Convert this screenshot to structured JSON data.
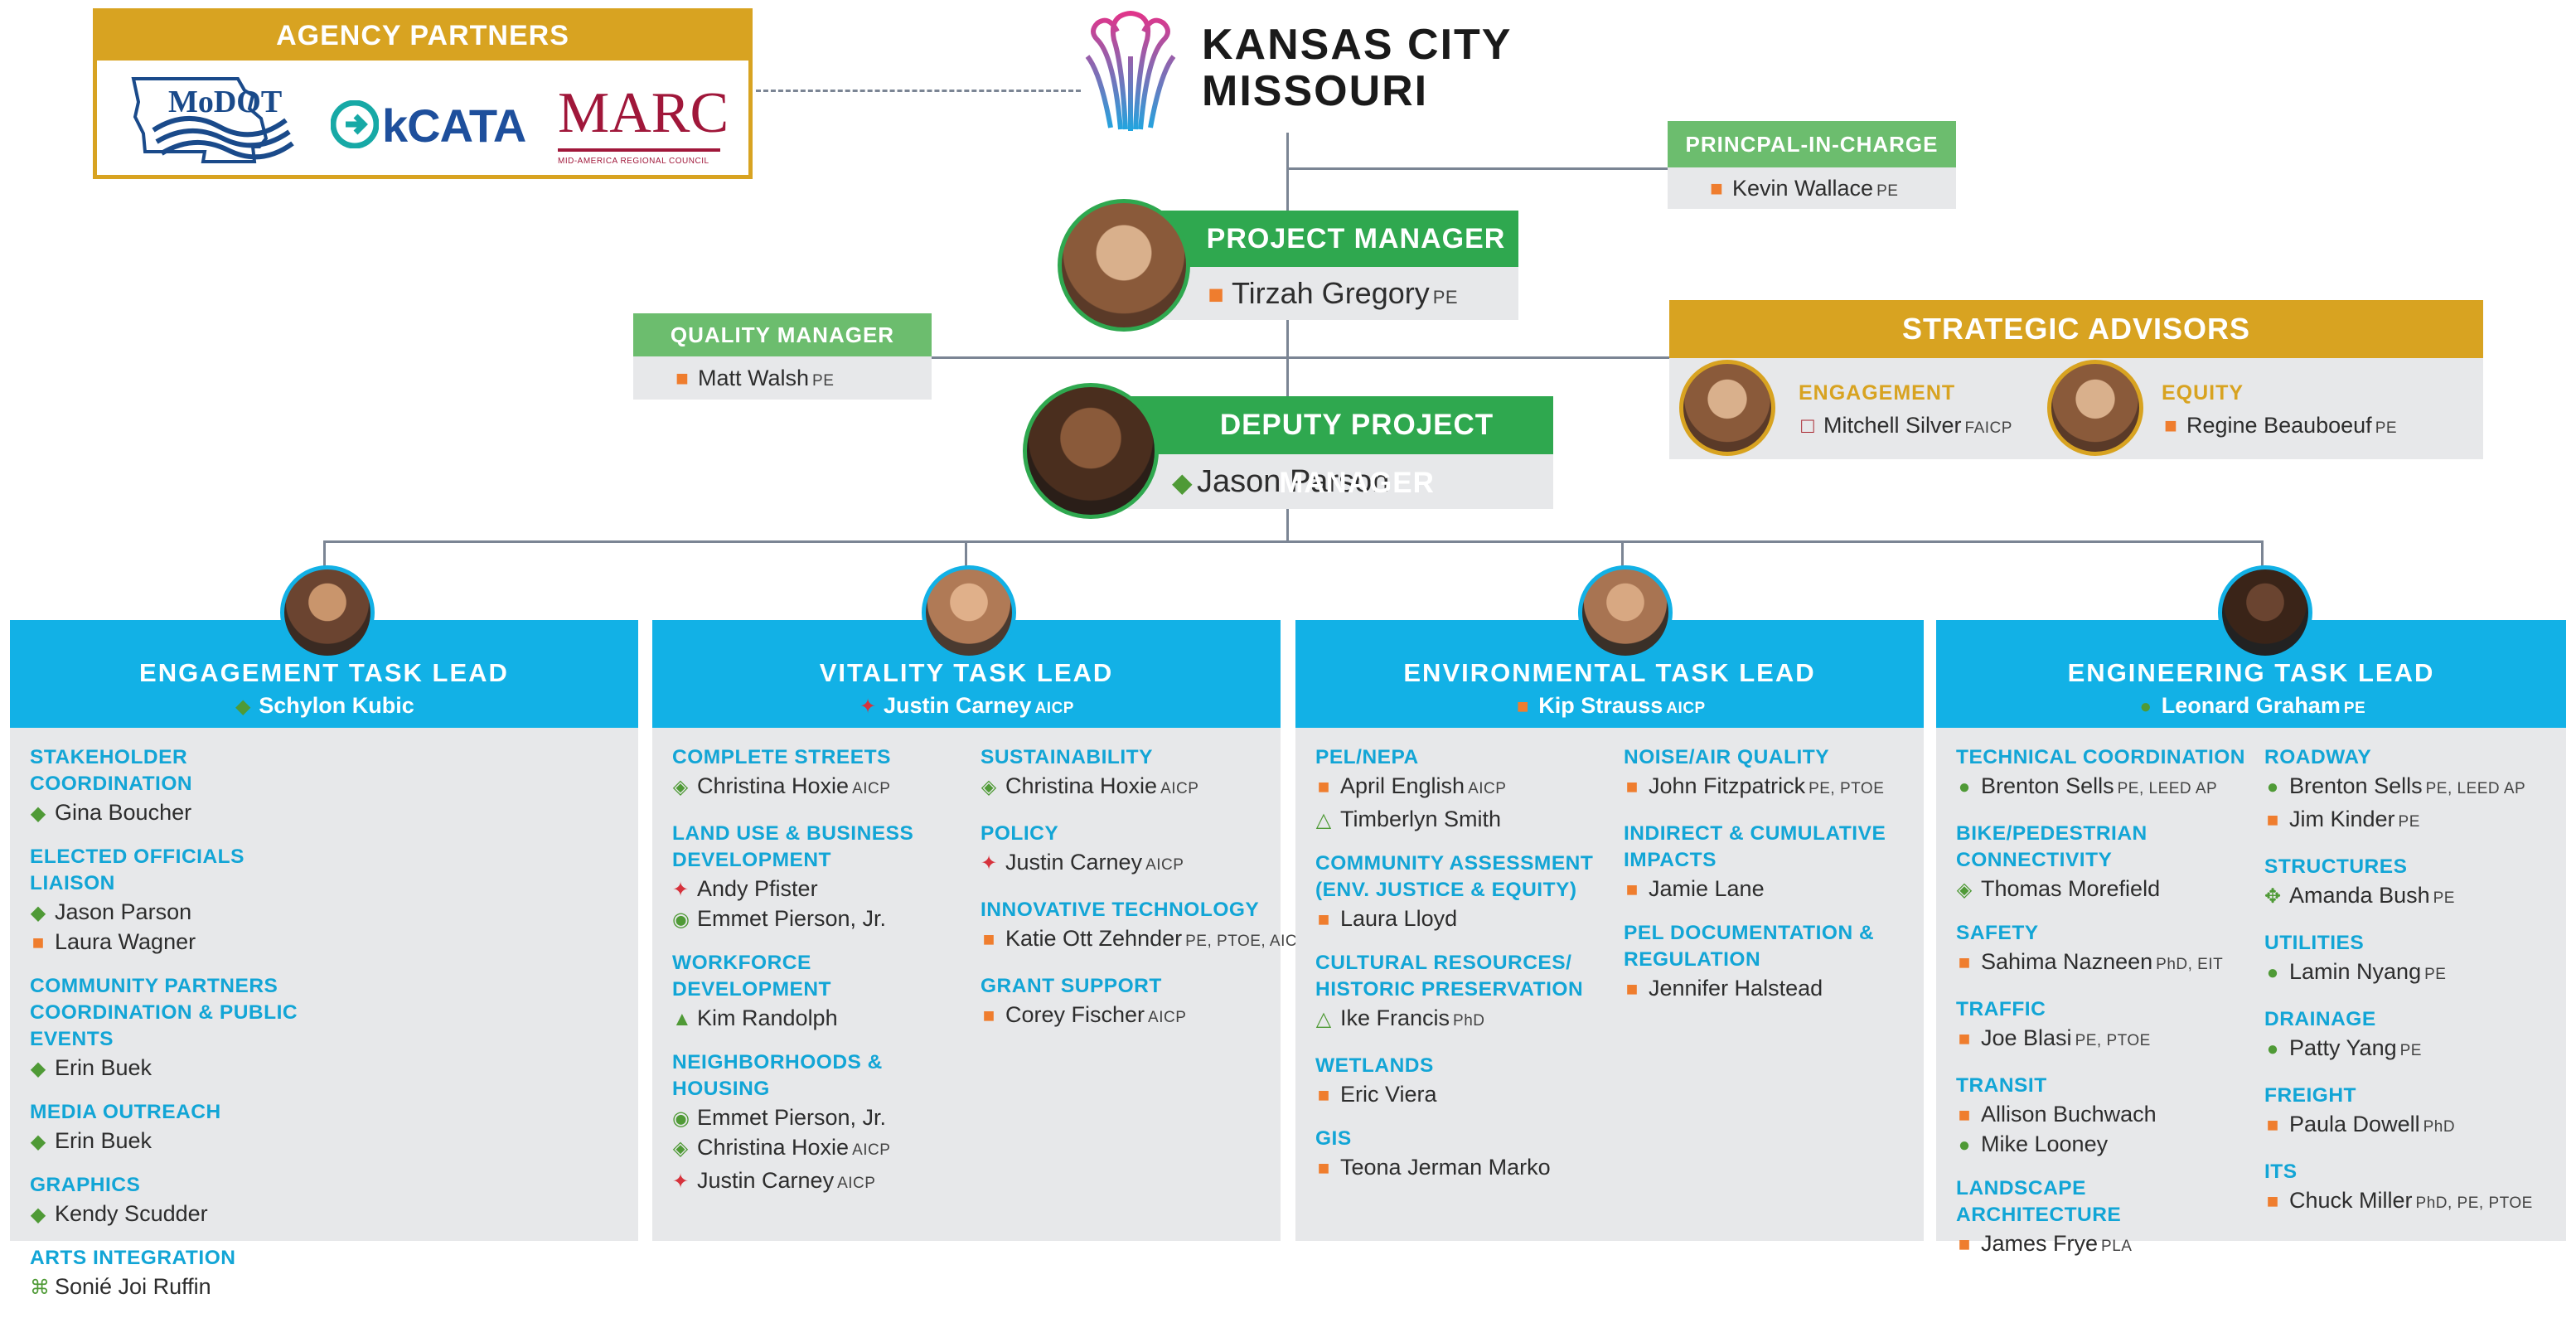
{
  "agency": {
    "title": "AGENCY PARTNERS",
    "logos": {
      "modot": "MoDOT",
      "kcata": "kCATA",
      "marc": "MARC",
      "marc_sub": "MID-AMERICA REGIONAL COUNCIL"
    }
  },
  "city": {
    "line1": "KANSAS CITY",
    "line2": "MISSOURI"
  },
  "principal": {
    "title": "PRINCPAL-IN-CHARGE",
    "name": "Kevin Wallace",
    "cred": "PE"
  },
  "pm": {
    "title": "PROJECT MANAGER",
    "name": "Tirzah Gregory",
    "cred": "PE"
  },
  "qm": {
    "title": "QUALITY MANAGER",
    "name": "Matt Walsh",
    "cred": "PE"
  },
  "advisors": {
    "title": "STRATEGIC ADVISORS",
    "engagement": {
      "label": "ENGAGEMENT",
      "name": "Mitchell Silver",
      "cred": "FAICP"
    },
    "equity": {
      "label": "EQUITY",
      "name": "Regine Beauboeuf",
      "cred": "PE"
    }
  },
  "dpm": {
    "title": "DEPUTY PROJECT MANAGER",
    "name": "Jason Parson"
  },
  "columns": [
    {
      "title": "ENGAGEMENT TASK LEAD",
      "lead": "Schylon Kubic",
      "lead_cred": "",
      "left": [
        {
          "h": "STAKEHOLDER COORDINATION",
          "items": [
            {
              "s": "◆",
              "c": "#4f9a36",
              "t": "Gina Boucher",
              "cr": ""
            }
          ]
        },
        {
          "h": "ELECTED OFFICIALS LIAISON",
          "items": [
            {
              "s": "◆",
              "c": "#4f9a36",
              "t": "Jason Parson",
              "cr": ""
            },
            {
              "s": "■",
              "c": "#ef7d2e",
              "t": "Laura Wagner",
              "cr": ""
            }
          ]
        },
        {
          "h": "COMMUNITY PARTNERS COORDINATION & PUBLIC EVENTS",
          "items": [
            {
              "s": "◆",
              "c": "#4f9a36",
              "t": "Erin Buek",
              "cr": ""
            }
          ]
        },
        {
          "h": "MEDIA OUTREACH",
          "items": [
            {
              "s": "◆",
              "c": "#4f9a36",
              "t": "Erin Buek",
              "cr": ""
            }
          ]
        },
        {
          "h": "GRAPHICS",
          "items": [
            {
              "s": "◆",
              "c": "#4f9a36",
              "t": "Kendy Scudder",
              "cr": ""
            }
          ]
        },
        {
          "h": "ARTS INTEGRATION",
          "items": [
            {
              "s": "⌘",
              "c": "#4f9a36",
              "t": "Sonié Joi Ruffin",
              "cr": ""
            }
          ]
        }
      ],
      "right": []
    },
    {
      "title": "VITALITY TASK LEAD",
      "lead": "Justin Carney",
      "lead_cred": "AICP",
      "left": [
        {
          "h": "COMPLETE STREETS",
          "items": [
            {
              "s": "◈",
              "c": "#4f9a36",
              "t": "Christina Hoxie",
              "cr": "AICP"
            }
          ]
        },
        {
          "h": "LAND USE & BUSINESS DEVELOPMENT",
          "items": [
            {
              "s": "✦",
              "c": "#d6323c",
              "t": "Andy Pfister",
              "cr": ""
            },
            {
              "s": "◉",
              "c": "#4f9a36",
              "t": "Emmet Pierson, Jr.",
              "cr": ""
            }
          ]
        },
        {
          "h": "WORKFORCE DEVELOPMENT",
          "items": [
            {
              "s": "▲",
              "c": "#4f9a36",
              "t": "Kim Randolph",
              "cr": ""
            }
          ]
        },
        {
          "h": "NEIGHBORHOODS & HOUSING",
          "items": [
            {
              "s": "◉",
              "c": "#4f9a36",
              "t": "Emmet Pierson, Jr.",
              "cr": ""
            },
            {
              "s": "◈",
              "c": "#4f9a36",
              "t": "Christina Hoxie",
              "cr": "AICP"
            },
            {
              "s": "✦",
              "c": "#d6323c",
              "t": "Justin Carney",
              "cr": "AICP"
            }
          ]
        }
      ],
      "right": [
        {
          "h": "SUSTAINABILITY",
          "items": [
            {
              "s": "◈",
              "c": "#4f9a36",
              "t": "Christina Hoxie",
              "cr": "AICP"
            }
          ]
        },
        {
          "h": "POLICY",
          "items": [
            {
              "s": "✦",
              "c": "#d6323c",
              "t": "Justin Carney",
              "cr": "AICP"
            }
          ]
        },
        {
          "h": "INNOVATIVE TECHNOLOGY",
          "items": [
            {
              "s": "■",
              "c": "#ef7d2e",
              "t": "Katie Ott Zehnder",
              "cr": "PE, PTOE, AICP"
            }
          ]
        },
        {
          "h": "GRANT SUPPORT",
          "items": [
            {
              "s": "■",
              "c": "#ef7d2e",
              "t": "Corey Fischer",
              "cr": "AICP"
            }
          ]
        }
      ]
    },
    {
      "title": "ENVIRONMENTAL TASK LEAD",
      "lead": "Kip Strauss",
      "lead_cred": "AICP",
      "left": [
        {
          "h": "PEL/NEPA",
          "items": [
            {
              "s": "■",
              "c": "#ef7d2e",
              "t": "April English",
              "cr": "AICP"
            },
            {
              "s": "△",
              "c": "#4f9a36",
              "t": "Timberlyn Smith",
              "cr": ""
            }
          ]
        },
        {
          "h": "COMMUNITY ASSESSMENT (ENV. JUSTICE & EQUITY)",
          "items": [
            {
              "s": "■",
              "c": "#ef7d2e",
              "t": "Laura Lloyd",
              "cr": ""
            }
          ]
        },
        {
          "h": "CULTURAL RESOURCES/ HISTORIC PRESERVATION",
          "items": [
            {
              "s": "△",
              "c": "#4f9a36",
              "t": "Ike Francis",
              "cr": "PhD"
            }
          ]
        },
        {
          "h": "WETLANDS",
          "items": [
            {
              "s": "■",
              "c": "#ef7d2e",
              "t": "Eric Viera",
              "cr": ""
            }
          ]
        },
        {
          "h": "GIS",
          "items": [
            {
              "s": "■",
              "c": "#ef7d2e",
              "t": "Teona Jerman Marko",
              "cr": ""
            }
          ]
        }
      ],
      "right": [
        {
          "h": "NOISE/AIR QUALITY",
          "items": [
            {
              "s": "■",
              "c": "#ef7d2e",
              "t": "John Fitzpatrick",
              "cr": "PE, PTOE"
            }
          ]
        },
        {
          "h": "INDIRECT & CUMULATIVE IMPACTS",
          "items": [
            {
              "s": "■",
              "c": "#ef7d2e",
              "t": "Jamie Lane",
              "cr": ""
            }
          ]
        },
        {
          "h": "PEL DOCUMENTATION & REGULATION",
          "items": [
            {
              "s": "■",
              "c": "#ef7d2e",
              "t": "Jennifer Halstead",
              "cr": ""
            }
          ]
        }
      ]
    },
    {
      "title": "ENGINEERING TASK LEAD",
      "lead": "Leonard Graham",
      "lead_cred": "PE",
      "left": [
        {
          "h": "TECHNICAL COORDINATION",
          "items": [
            {
              "s": "●",
              "c": "#4f9a36",
              "t": "Brenton Sells",
              "cr": "PE, LEED AP"
            }
          ]
        },
        {
          "h": "BIKE/PEDESTRIAN CONNECTIVITY",
          "items": [
            {
              "s": "◈",
              "c": "#4f9a36",
              "t": "Thomas Morefield",
              "cr": ""
            }
          ]
        },
        {
          "h": "SAFETY",
          "items": [
            {
              "s": "■",
              "c": "#ef7d2e",
              "t": "Sahima Nazneen",
              "cr": "PhD, EIT"
            }
          ]
        },
        {
          "h": "TRAFFIC",
          "items": [
            {
              "s": "■",
              "c": "#ef7d2e",
              "t": "Joe Blasi",
              "cr": "PE, PTOE"
            }
          ]
        },
        {
          "h": "TRANSIT",
          "items": [
            {
              "s": "■",
              "c": "#ef7d2e",
              "t": "Allison Buchwach",
              "cr": ""
            },
            {
              "s": "●",
              "c": "#4f9a36",
              "t": "Mike Looney",
              "cr": ""
            }
          ]
        },
        {
          "h": "LANDSCAPE ARCHITECTURE",
          "items": [
            {
              "s": "■",
              "c": "#ef7d2e",
              "t": "James Frye",
              "cr": "PLA"
            }
          ]
        }
      ],
      "right": [
        {
          "h": "ROADWAY",
          "items": [
            {
              "s": "●",
              "c": "#4f9a36",
              "t": "Brenton Sells",
              "cr": "PE, LEED AP"
            },
            {
              "s": "■",
              "c": "#ef7d2e",
              "t": "Jim Kinder",
              "cr": "PE"
            }
          ]
        },
        {
          "h": "STRUCTURES",
          "items": [
            {
              "s": "✥",
              "c": "#4f9a36",
              "t": "Amanda Bush",
              "cr": "PE"
            }
          ]
        },
        {
          "h": "UTILITIES",
          "items": [
            {
              "s": "●",
              "c": "#4f9a36",
              "t": "Lamin Nyang",
              "cr": "PE"
            }
          ]
        },
        {
          "h": "DRAINAGE",
          "items": [
            {
              "s": "●",
              "c": "#4f9a36",
              "t": "Patty Yang",
              "cr": "PE"
            }
          ]
        },
        {
          "h": "FREIGHT",
          "items": [
            {
              "s": "■",
              "c": "#ef7d2e",
              "t": "Paula Dowell",
              "cr": "PhD"
            }
          ]
        },
        {
          "h": "ITS",
          "items": [
            {
              "s": "■",
              "c": "#ef7d2e",
              "t": "Chuck Miller",
              "cr": "PhD, PE, PTOE"
            }
          ]
        }
      ]
    }
  ],
  "colors": {
    "gold": "#d8a321",
    "green": "#2fa84f",
    "light_green": "#6cbd6e",
    "cyan": "#12b1e6",
    "orange": "#ef7d2e",
    "panel": "#e7e8ea"
  }
}
